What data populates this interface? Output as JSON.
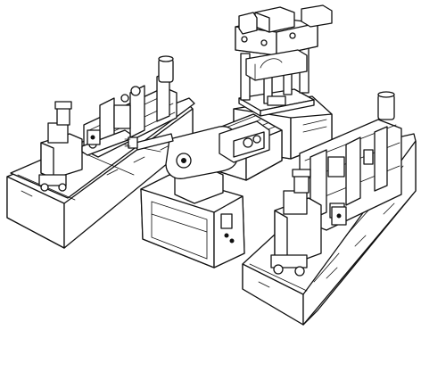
{
  "image": {
    "kind": "line-drawing",
    "colors": {
      "ink": "#111111",
      "paper": "#ffffff"
    },
    "objects": [
      "injection-molding-machine-left",
      "hydraulic-press",
      "industrial-robot-arm",
      "robot-controller-cabinet",
      "injection-molding-machine-right"
    ]
  }
}
